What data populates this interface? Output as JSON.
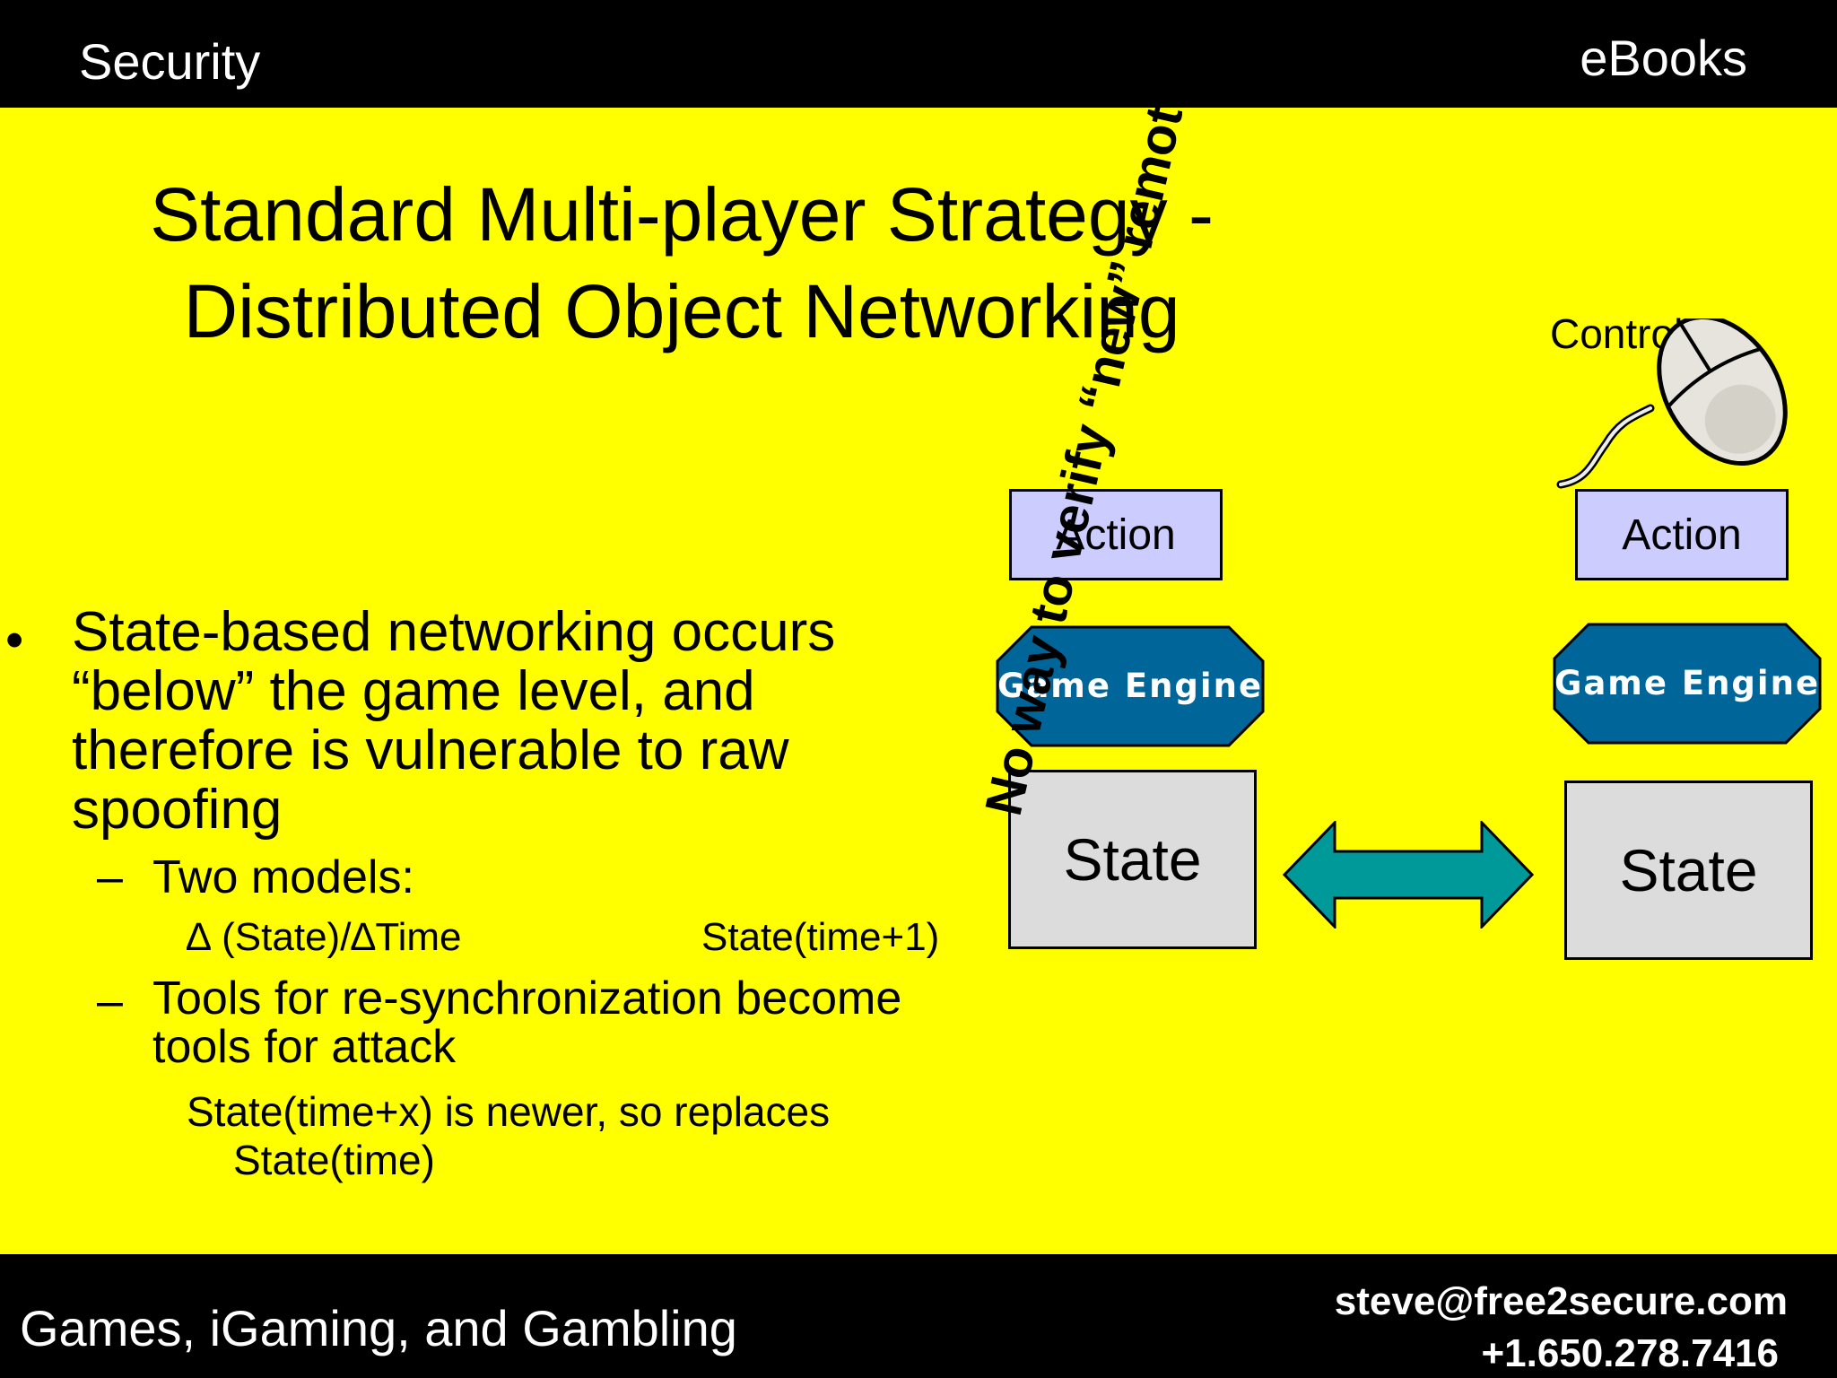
{
  "header": {
    "left": "Security",
    "right": "eBooks"
  },
  "slide": {
    "title_line1": "Standard Multi-player Strategy -",
    "title_line2": "Distributed Object Networking",
    "bullet_symbol": "•",
    "bullet_main": "State-based networking occurs “below” the game level, and therefore is vulnerable to raw spoofing",
    "dash_symbol": "–",
    "sub1": "Two models:",
    "sub1_left": "∆ (State)/∆Time",
    "sub1_right": "State(time+1)",
    "sub2": "Tools for re-synchronization become tools for attack",
    "sub3_line1": "State(time+x) is newer, so replaces",
    "sub3_line2": "State(time)"
  },
  "diagram": {
    "action_label": "Action",
    "engine_label": "Game Engine",
    "state_label": "State",
    "control_label": "Control",
    "rotated_text": "No way to verify “new” remote state",
    "colors": {
      "action": "#ccccff",
      "engine": "#006699",
      "state": "#dcdcdc",
      "arrow": "#009999"
    },
    "icons": [
      "mouse-icon",
      "double-arrow-icon"
    ]
  },
  "footer": {
    "left": "Games, iGaming, and Gambling",
    "email": "steve@free2secure.com",
    "phone": "+1.650.278.7416"
  }
}
